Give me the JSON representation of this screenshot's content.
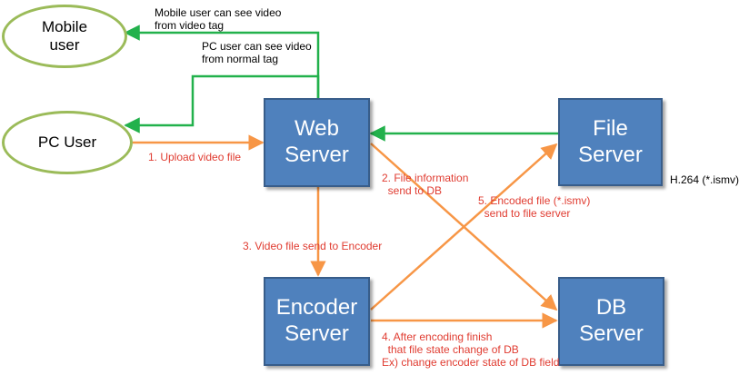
{
  "nodes": {
    "mobile_user": "Mobile\nuser",
    "pc_user": "PC User",
    "web_server": "Web\nServer",
    "file_server": "File\nServer",
    "encoder_server": "Encoder\nServer",
    "db_server": "DB\nServer"
  },
  "labels": {
    "mobile_note": "Mobile user can see video\nfrom video tag",
    "pc_note": "PC user can see video\nfrom normal tag",
    "upload": "1. Upload video file",
    "file_info": "2. File information\n  send to DB",
    "video_to_encoder": "3. Video file send to Encoder",
    "after_encoding": "4. After encoding finish\n  that file state change of DB\nEx) change encoder state of DB field",
    "encoded_file": "5. Encoded file (*.ismv)\n  send to file server",
    "format_note": "H.264 (*.ismv)"
  },
  "colors": {
    "green_line": "#22b14c",
    "orange_line": "#f79646",
    "ellipse_border": "#9bbb59",
    "server_fill": "#4f81bd",
    "red_text": "#e03c31"
  }
}
